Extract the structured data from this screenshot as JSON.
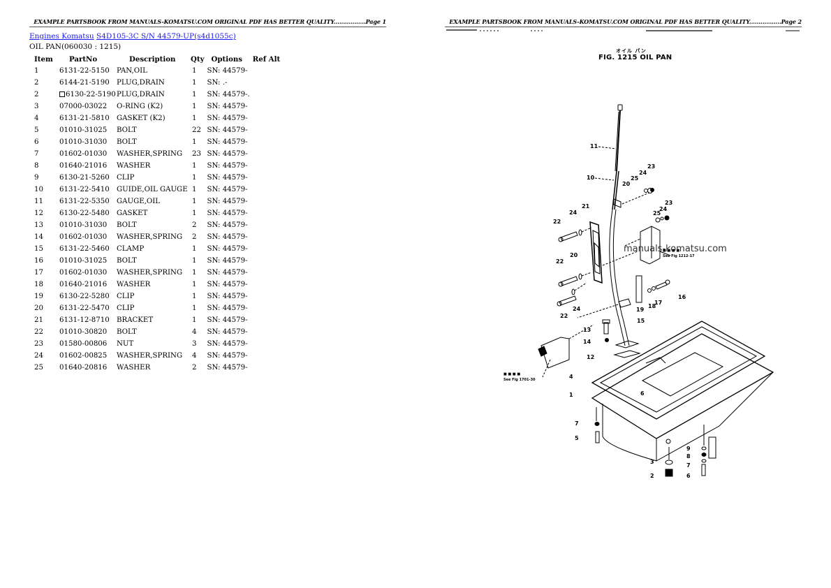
{
  "pages": [
    {
      "header": "EXAMPLE PARTSBOOK FROM MANUALS-KOMATSU.COM ORIGINAL PDF HAS BETTER QUALITY.................Page 1"
    },
    {
      "header": "EXAMPLE PARTSBOOK FROM MANUALS-KOMATSU.COM ORIGINAL PDF HAS BETTER QUALITY.................Page 2"
    }
  ],
  "breadcrumb": {
    "link1": "Engines Komatsu",
    "link2": "S4D105-3C S/N 44579-UP(s4d1055c)"
  },
  "section_title": "OIL PAN(060030 :  1215)",
  "table": {
    "headers": [
      "Item",
      "PartNo",
      "Description",
      "Qty",
      "Options",
      "Ref Alt"
    ],
    "rows": [
      {
        "item": "1",
        "part": "6131-22-5150",
        "desc": "PAN,OIL",
        "qty": "1",
        "opt": "SN: 44579-"
      },
      {
        "item": "2",
        "part": "6144-21-5190",
        "desc": "PLUG,DRAIN",
        "qty": "1",
        "opt": "SN: .-"
      },
      {
        "item": "2",
        "part": "6130-22-5190",
        "desc": "PLUG,DRAIN",
        "qty": "1",
        "opt": "SN: 44579-.",
        "marker": true
      },
      {
        "item": "3",
        "part": "07000-03022",
        "desc": "O-RING (K2)",
        "qty": "1",
        "opt": "SN: 44579-"
      },
      {
        "item": "4",
        "part": "6131-21-5810",
        "desc": "GASKET (K2)",
        "qty": "1",
        "opt": "SN: 44579-"
      },
      {
        "item": "5",
        "part": "01010-31025",
        "desc": "BOLT",
        "qty": "22",
        "opt": "SN: 44579-"
      },
      {
        "item": "6",
        "part": "01010-31030",
        "desc": "BOLT",
        "qty": "1",
        "opt": "SN: 44579-"
      },
      {
        "item": "7",
        "part": "01602-01030",
        "desc": "WASHER,SPRING",
        "qty": "23",
        "opt": "SN: 44579-"
      },
      {
        "item": "8",
        "part": "01640-21016",
        "desc": "WASHER",
        "qty": "1",
        "opt": "SN: 44579-"
      },
      {
        "item": "9",
        "part": "6130-21-5260",
        "desc": "CLIP",
        "qty": "1",
        "opt": "SN: 44579-"
      },
      {
        "item": "10",
        "part": "6131-22-5410",
        "desc": "GUIDE,OIL GAUGE",
        "qty": "1",
        "opt": "SN: 44579-"
      },
      {
        "item": "11",
        "part": "6131-22-5350",
        "desc": "GAUGE,OIL",
        "qty": "1",
        "opt": "SN: 44579-"
      },
      {
        "item": "12",
        "part": "6130-22-5480",
        "desc": "GASKET",
        "qty": "1",
        "opt": "SN: 44579-"
      },
      {
        "item": "13",
        "part": "01010-31030",
        "desc": "BOLT",
        "qty": "2",
        "opt": "SN: 44579-"
      },
      {
        "item": "14",
        "part": "01602-01030",
        "desc": "WASHER,SPRING",
        "qty": "2",
        "opt": "SN: 44579-"
      },
      {
        "item": "15",
        "part": "6131-22-5460",
        "desc": "CLAMP",
        "qty": "1",
        "opt": "SN: 44579-"
      },
      {
        "item": "16",
        "part": "01010-31025",
        "desc": "BOLT",
        "qty": "1",
        "opt": "SN: 44579-"
      },
      {
        "item": "17",
        "part": "01602-01030",
        "desc": "WASHER,SPRING",
        "qty": "1",
        "opt": "SN: 44579-"
      },
      {
        "item": "18",
        "part": "01640-21016",
        "desc": "WASHER",
        "qty": "1",
        "opt": "SN: 44579-"
      },
      {
        "item": "19",
        "part": "6130-22-5280",
        "desc": "CLIP",
        "qty": "1",
        "opt": "SN: 44579-"
      },
      {
        "item": "20",
        "part": "6131-22-5470",
        "desc": "CLIP",
        "qty": "1",
        "opt": "SN: 44579-"
      },
      {
        "item": "21",
        "part": "6131-12-8710",
        "desc": "BRACKET",
        "qty": "1",
        "opt": "SN: 44579-"
      },
      {
        "item": "22",
        "part": "01010-30820",
        "desc": "BOLT",
        "qty": "4",
        "opt": "SN: 44579-"
      },
      {
        "item": "23",
        "part": "01580-00806",
        "desc": "NUT",
        "qty": "3",
        "opt": "SN: 44579-"
      },
      {
        "item": "24",
        "part": "01602-00825",
        "desc": "WASHER,SPRING",
        "qty": "4",
        "opt": "SN: 44579-"
      },
      {
        "item": "25",
        "part": "01640-20816",
        "desc": "WASHER",
        "qty": "2",
        "opt": "SN: 44579-"
      }
    ]
  },
  "figure": {
    "japanese_title": "オイル パン",
    "title": "FIG. 1215  OIL  PAN",
    "watermark": "manuals-komatsu.com",
    "callouts": [
      "1",
      "2",
      "3",
      "4",
      "5",
      "6",
      "7",
      "8",
      "9",
      "10",
      "11",
      "12",
      "13",
      "14",
      "15",
      "16",
      "17",
      "18",
      "19",
      "20",
      "21",
      "22",
      "23",
      "24",
      "25"
    ],
    "ref_note_1": "See Fig 1212-17",
    "ref_note_2": "See Fig 1701-30"
  },
  "colors": {
    "link": "#1a1aee",
    "text": "#000000",
    "rule": "#555555"
  }
}
